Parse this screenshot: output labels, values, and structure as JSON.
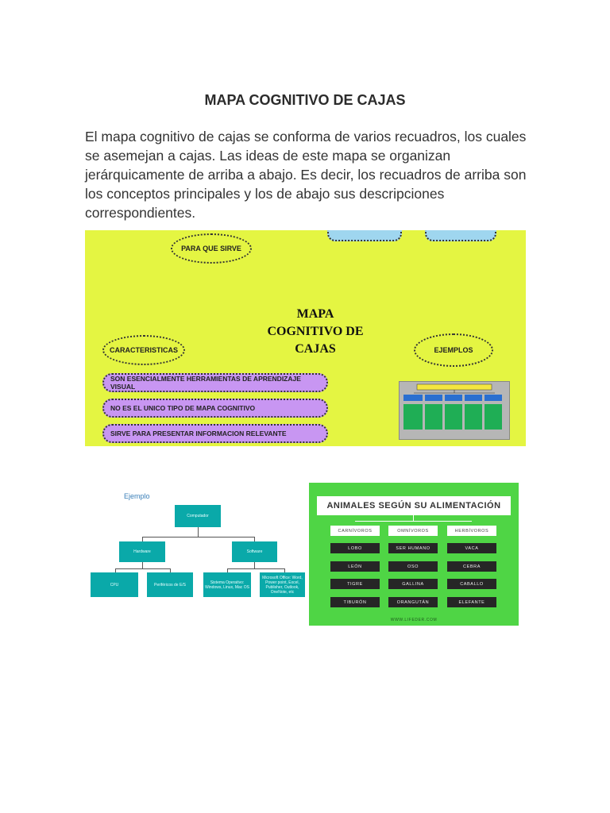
{
  "title": "MAPA COGNITIVO DE CAJAS",
  "paragraph": "El mapa cognitivo de cajas se conforma de varios recuadros, los cuales se asemejan a cajas. Las ideas de este mapa se organizan jerárquicamente de arriba a abajo. Es decir, los recuadros de arriba son los conceptos principales y los de abajo sus descripciones correspondientes.",
  "figure1": {
    "title_lines": [
      "MAPA",
      "COGNITIVO DE",
      "CAJAS"
    ],
    "cloud_para": "PARA QUE SIRVE",
    "cloud_caracteristicas": "CARACTERISTICAS",
    "cloud_ejemplos": "EJEMPLOS",
    "pills": [
      "SON ESENCIALMENTE HERRAMIENTAS DE APRENDIZAJE VISUAL",
      "NO ES EL UNICO TIPO DE MAPA COGNITIVO",
      "SIRVE PARA PRESENTAR INFORMACION RELEVANTE"
    ],
    "colors": {
      "background": "#e4f542",
      "pill": "#c896f2",
      "cloud_top": "#9fd6ef"
    }
  },
  "figure2": {
    "label": "Ejemplo",
    "root": "Computador",
    "level2": [
      "Hardware",
      "Software"
    ],
    "level3": [
      "CPU",
      "Periféricos de E/S",
      "Sistema Operativo: Windows, Linux, Mac OS",
      "Microsoft Office: Word, Power point, Excel, Publisher, Outlook, OneNote, etc"
    ],
    "colors": {
      "box": "#0aa9a9"
    }
  },
  "figure3": {
    "title": "ANIMALES SEGÚN SU ALIMENTACIÓN",
    "headers": [
      "CARNÍVOROS",
      "OMNÍVOROS",
      "HERBÍVOROS"
    ],
    "rows": [
      [
        "LOBO",
        "SER HUMANO",
        "VACA"
      ],
      [
        "LEÓN",
        "OSO",
        "CEBRA"
      ],
      [
        "TIGRE",
        "GALLINA",
        "CABALLO"
      ],
      [
        "TIBURÓN",
        "ORANGUTÁN",
        "ELEFANTE"
      ]
    ],
    "footer": "WWW.LIFEDER.COM",
    "colors": {
      "background": "#4fd545",
      "cell": "#262626"
    }
  }
}
